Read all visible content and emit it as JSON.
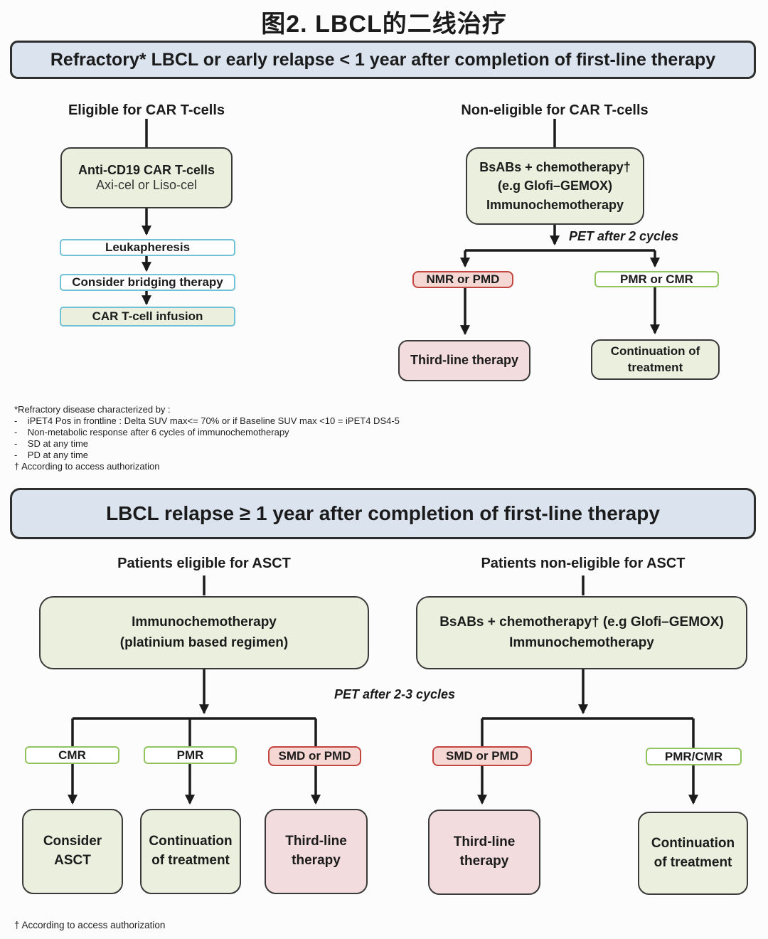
{
  "title": "图2. LBCL的二线治疗",
  "colors": {
    "banner_bg": "#dbe3ef",
    "banner_border": "#2e2e2e",
    "green_box_bg": "#ebf0de",
    "pink_box_bg": "#f3dcdd",
    "pink_label_bg": "#f5d7d3",
    "red_border": "#c2463f",
    "green_border": "#92c45e",
    "blue_border": "#70c2d6",
    "box_border": "#3a3a3a",
    "line_color": "#1b1b1b"
  },
  "section1": {
    "banner": "Refractory* LBCL or early relapse < 1 year after completion of first-line therapy",
    "car_eligible": {
      "header": "Eligible for CAR T-cells",
      "main_box": {
        "line1": "Anti-CD19 CAR T-cells",
        "line2": "Axi-cel or Liso-cel"
      },
      "steps": [
        "Leukapheresis",
        "Consider bridging therapy",
        "CAR T-cell infusion"
      ]
    },
    "car_noneligible": {
      "header": "Non-eligible for CAR T-cells",
      "main_box": {
        "line1": "BsABs + chemotherapy†",
        "line2": "(e.g Glofi–GEMOX)",
        "line3": "Immunochemotherapy"
      },
      "pet_label": "PET after 2 cycles",
      "responses": {
        "nmr_pmd": "NMR or PMD",
        "pmr_cmr": "PMR or CMR"
      },
      "outcomes": {
        "third_line": "Third-line therapy",
        "continuation": {
          "line1": "Continuation of",
          "line2": "treatment"
        }
      }
    },
    "footnotes": [
      "*Refractory disease characterized by :",
      "-    iPET4 Pos in frontline : Delta SUV max<= 70% or if Baseline SUV max <10 = iPET4 DS4-5",
      "-    Non-metabolic response after 6 cycles of immunochemotherapy",
      "-    SD at any time",
      "-    PD at any time",
      "† According to access authorization"
    ]
  },
  "section2": {
    "banner": "LBCL relapse ≥ 1 year after completion of first-line therapy",
    "asct_eligible": {
      "header": "Patients eligible for ASCT",
      "main_box": {
        "line1": "Immunochemotherapy",
        "line2": "(platinium based regimen)"
      },
      "pet_label": "PET after 2-3 cycles",
      "responses": {
        "cmr": "CMR",
        "pmr": "PMR",
        "smd_pmd": "SMD or PMD"
      },
      "outcomes": {
        "consider_asct": {
          "line1": "Consider",
          "line2": "ASCT"
        },
        "continuation": {
          "line1": "Continuation",
          "line2": "of treatment"
        },
        "third_line": {
          "line1": "Third-line",
          "line2": "therapy"
        }
      }
    },
    "asct_noneligible": {
      "header": "Patients non-eligible for ASCT",
      "main_box": {
        "line1": "BsABs + chemotherapy† (e.g Glofi–GEMOX)",
        "line2": "Immunochemotherapy"
      },
      "responses": {
        "smd_pmd": "SMD or PMD",
        "pmr_cmr": "PMR/CMR"
      },
      "outcomes": {
        "third_line": {
          "line1": "Third-line",
          "line2": "therapy"
        },
        "continuation": {
          "line1": "Continuation",
          "line2": "of treatment"
        }
      }
    },
    "footnote": "† According to access authorization"
  }
}
